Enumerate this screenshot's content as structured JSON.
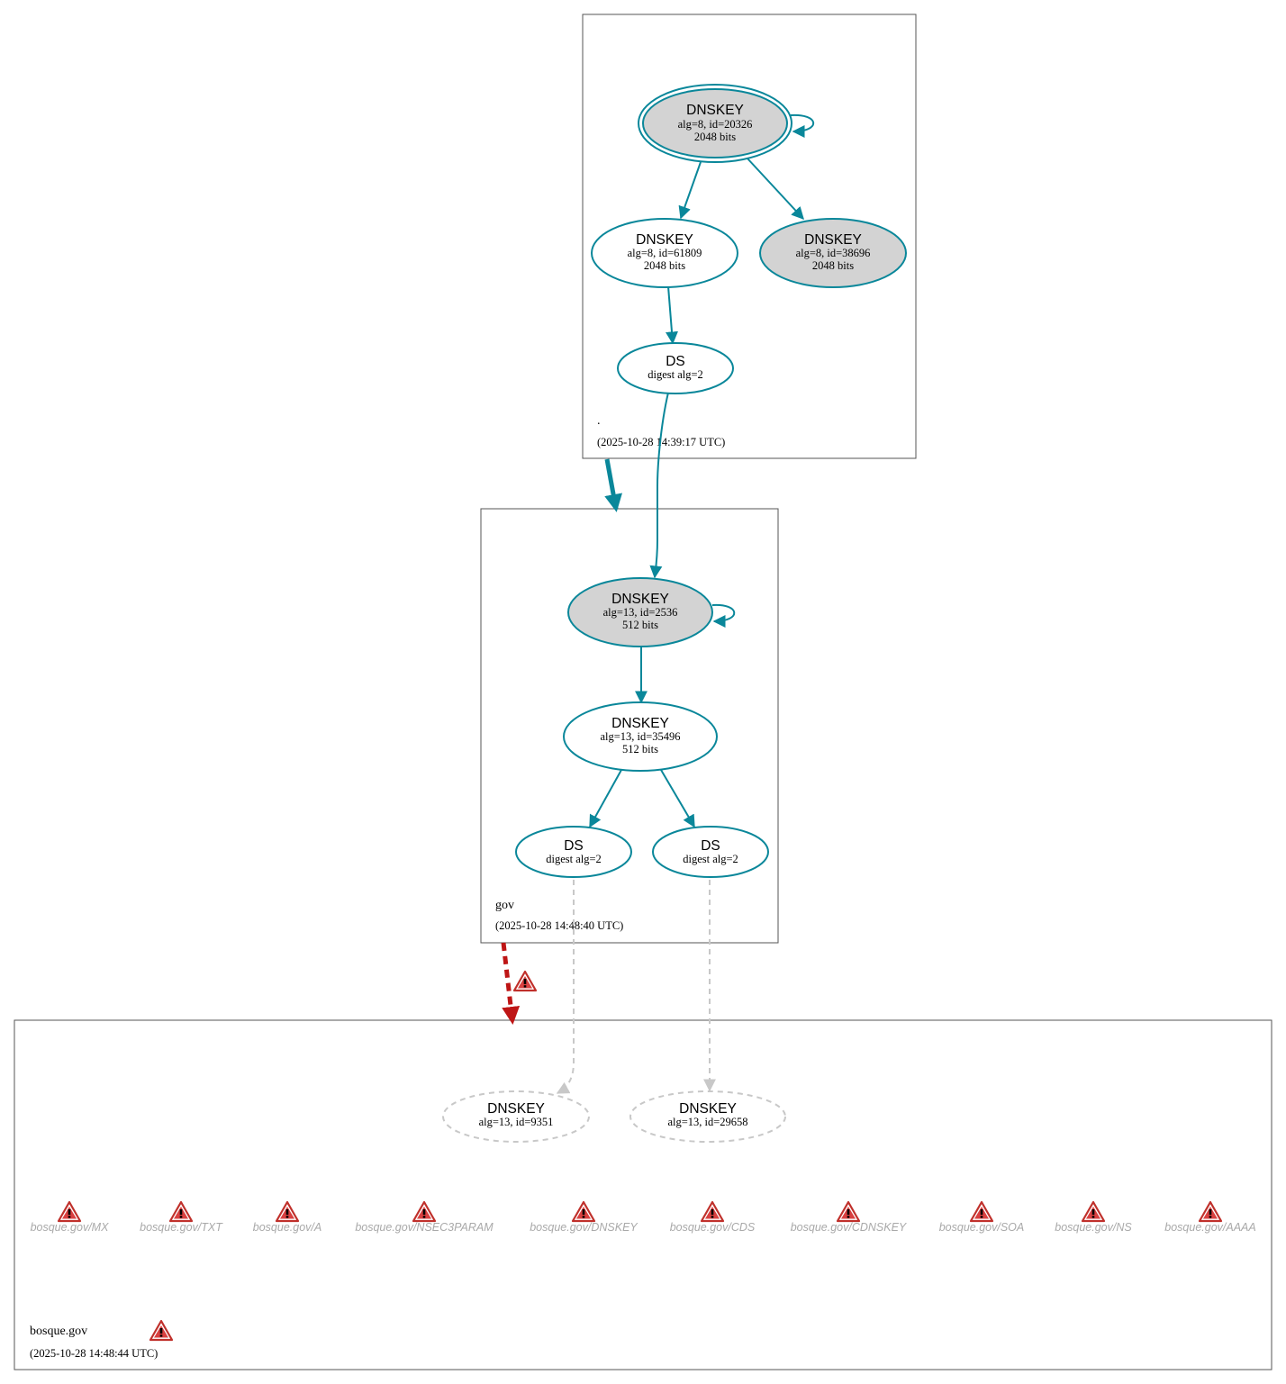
{
  "zones": {
    "root": {
      "name": ".",
      "timestamp": "(2025-10-28 14:39:17 UTC)",
      "nodes": {
        "ksk": {
          "type": "DNSKEY",
          "detail": "alg=8, id=20326",
          "size": "2048 bits"
        },
        "zsk1": {
          "type": "DNSKEY",
          "detail": "alg=8, id=61809",
          "size": "2048 bits"
        },
        "zsk2": {
          "type": "DNSKEY",
          "detail": "alg=8, id=38696",
          "size": "2048 bits"
        },
        "ds": {
          "type": "DS",
          "detail": "digest alg=2"
        }
      }
    },
    "gov": {
      "name": "gov",
      "timestamp": "(2025-10-28 14:48:40 UTC)",
      "nodes": {
        "ksk": {
          "type": "DNSKEY",
          "detail": "alg=13, id=2536",
          "size": "512 bits"
        },
        "zsk": {
          "type": "DNSKEY",
          "detail": "alg=13, id=35496",
          "size": "512 bits"
        },
        "ds1": {
          "type": "DS",
          "detail": "digest alg=2"
        },
        "ds2": {
          "type": "DS",
          "detail": "digest alg=2"
        }
      }
    },
    "bosque": {
      "name": "bosque.gov",
      "timestamp": "(2025-10-28 14:48:44 UTC)",
      "nodes": {
        "key1": {
          "type": "DNSKEY",
          "detail": "alg=13, id=9351"
        },
        "key2": {
          "type": "DNSKEY",
          "detail": "alg=13, id=29658"
        }
      },
      "rrsets": [
        "bosque.gov/MX",
        "bosque.gov/TXT",
        "bosque.gov/A",
        "bosque.gov/NSEC3PARAM",
        "bosque.gov/DNSKEY",
        "bosque.gov/CDS",
        "bosque.gov/CDNSKEY",
        "bosque.gov/SOA",
        "bosque.gov/NS",
        "bosque.gov/AAAA"
      ]
    }
  },
  "colors": {
    "secure": "#0a879a",
    "bogus": "#be1515",
    "insecure_ghost": "#c8c8c8",
    "sep_fill": "#d3d3d3"
  },
  "icons": {
    "warning": "warning-triangle-icon"
  }
}
